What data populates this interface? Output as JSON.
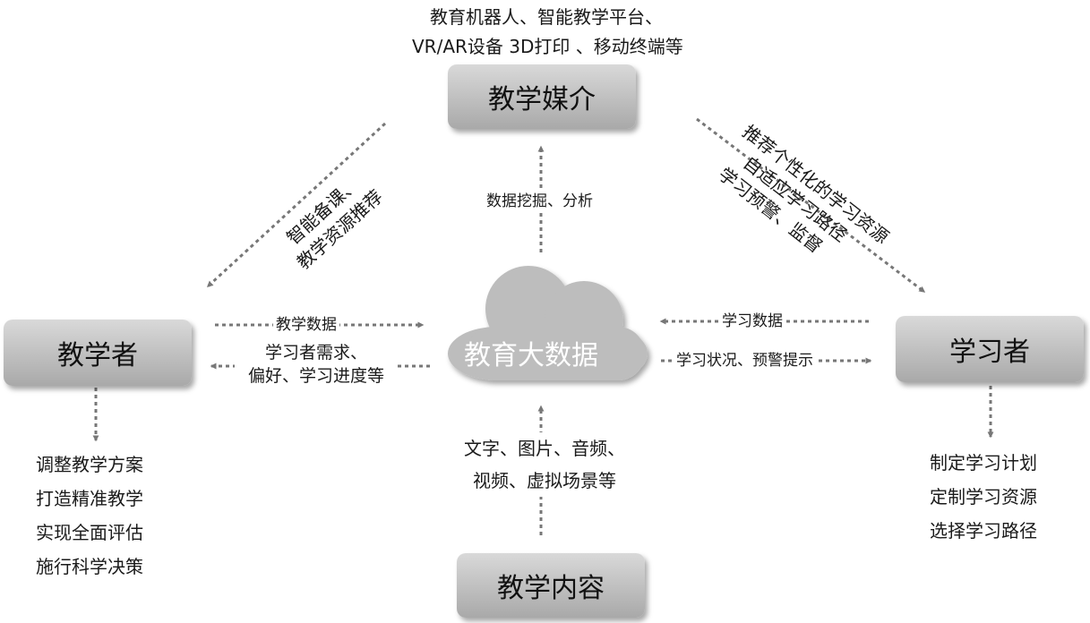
{
  "nodes": {
    "media": "教学媒介",
    "teacher": "教学者",
    "learner": "学习者",
    "content": "教学内容",
    "cloud": "教育大数据"
  },
  "media_examples": {
    "line1": "教育机器人、智能教学平台、",
    "line2": "VR/AR设备  3D打印  、移动终端等"
  },
  "edges": {
    "media_to_teacher": {
      "line1": "智能备课、",
      "line2": "教学资源推荐"
    },
    "media_to_learner": {
      "line1": "推荐个性化的学习资源",
      "line2": "自适应学习路径",
      "line3": "学习预警、监督"
    },
    "cloud_to_media": "数据挖掘、分析",
    "teacher_to_cloud": "教学数据",
    "cloud_to_teacher": {
      "line1": "学习者需求、",
      "line2": "偏好、学习进度等"
    },
    "learner_to_cloud": "学习数据",
    "cloud_to_learner": "学习状况、预警提示",
    "content_to_cloud": {
      "line1": "文字、图片、音频、",
      "line2": "视频、虚拟场景等"
    }
  },
  "teacher_outcomes": [
    "调整教学方案",
    "打造精准教学",
    "实现全面评估",
    "施行科学决策"
  ],
  "learner_outcomes": [
    "制定学习计划",
    "定制学习资源",
    "选择学习路径"
  ],
  "colors": {
    "arrow": "#777777",
    "box": "#bfbfbf",
    "cloud": "#b9b9b9"
  },
  "icons": {
    "cloud": "cloud-shape",
    "arrow": "dotted-arrow"
  }
}
